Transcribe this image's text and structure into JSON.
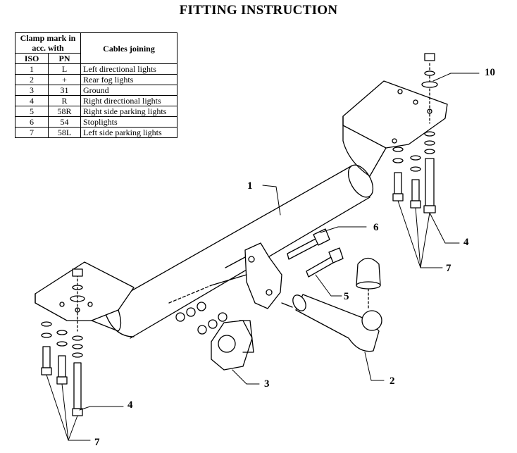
{
  "title": "FITTING INSTRUCTION",
  "table": {
    "head_clamp": "Clamp mark in acc. with",
    "head_cables": "Cables joining",
    "head_iso": "ISO",
    "head_pn": "PN",
    "rows": [
      {
        "iso": "1",
        "pn": "L",
        "cable": "Left directional lights"
      },
      {
        "iso": "2",
        "pn": "+",
        "cable": "Rear fog lights"
      },
      {
        "iso": "3",
        "pn": "31",
        "cable": "Ground"
      },
      {
        "iso": "4",
        "pn": "R",
        "cable": "Right directional lights"
      },
      {
        "iso": "5",
        "pn": "58R",
        "cable": "Right side parking lights"
      },
      {
        "iso": "6",
        "pn": "54",
        "cable": "Stoplights"
      },
      {
        "iso": "7",
        "pn": "58L",
        "cable": "Left side parking lights"
      }
    ]
  },
  "callouts": {
    "crossbar": "1",
    "tow_ball": "2",
    "socket_plate": "3",
    "bolt_right": "4",
    "bolt_left": "4",
    "bolt_5": "5",
    "bolt_6": "6",
    "spacers_right": "7",
    "spacers_left": "7",
    "washer": "10"
  }
}
